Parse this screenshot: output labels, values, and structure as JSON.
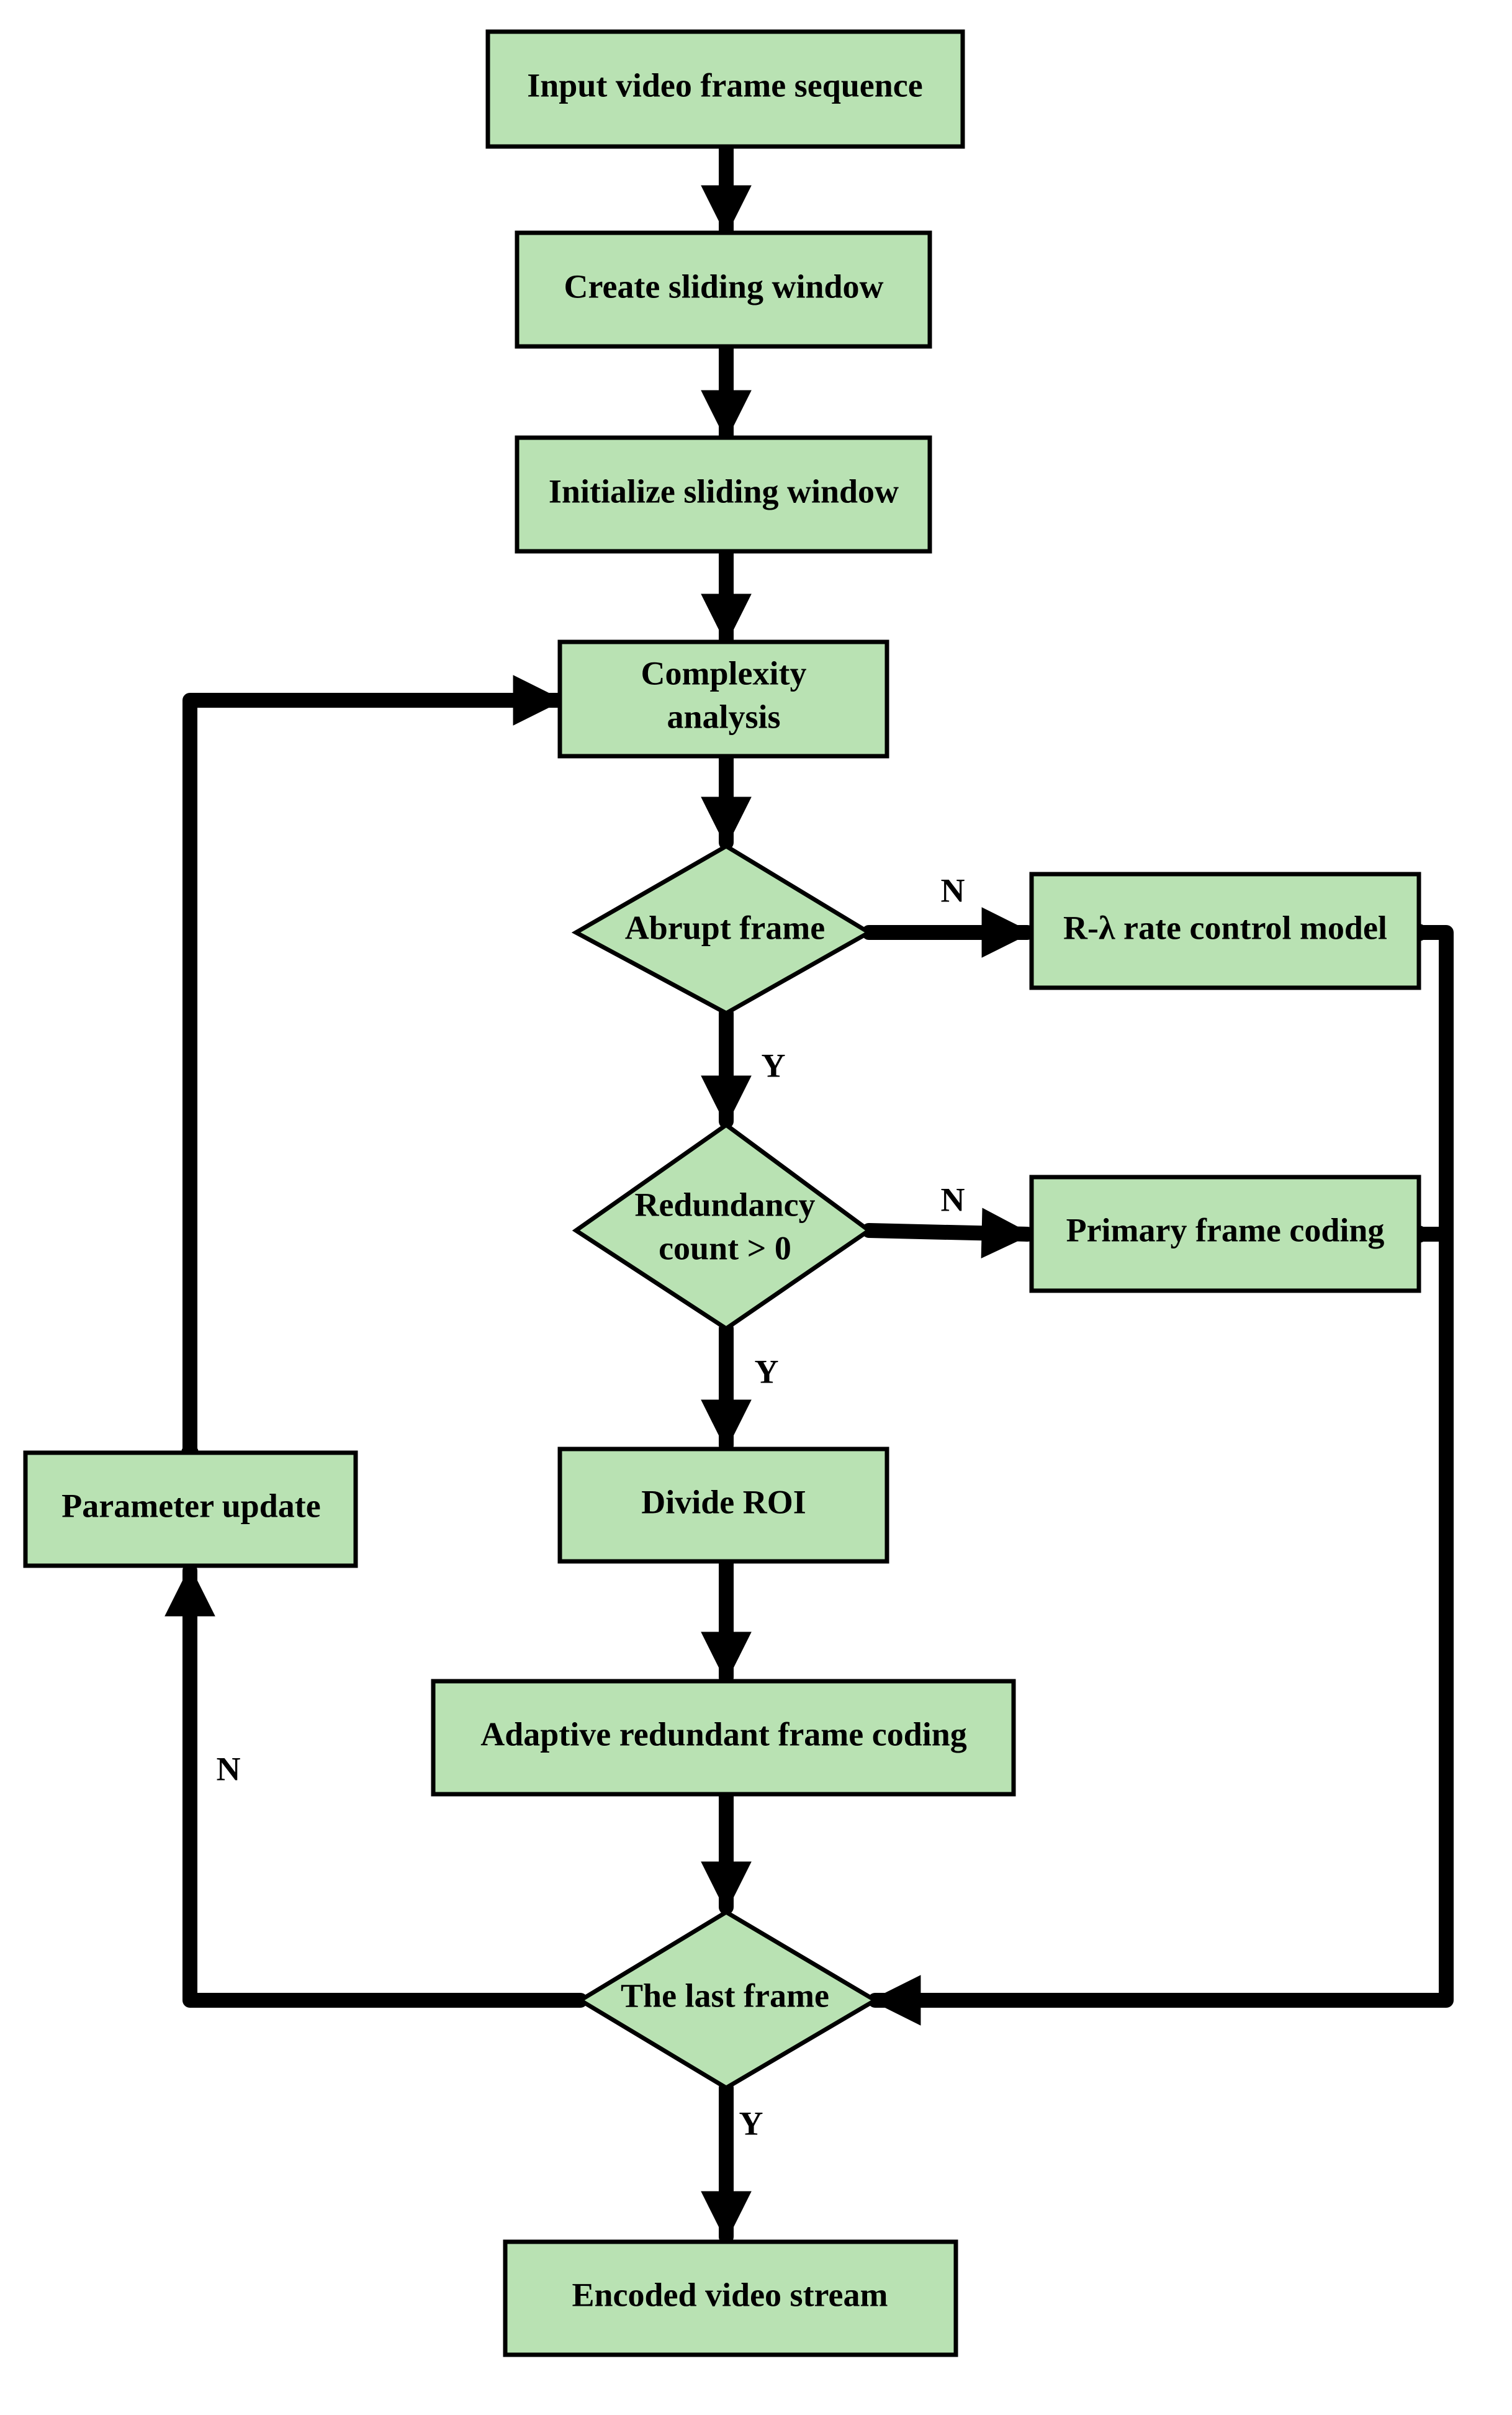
{
  "colors": {
    "node_fill": "#b9e2b3",
    "stroke": "#000000",
    "text": "#000000",
    "background": "#ffffff"
  },
  "nodes": {
    "input": {
      "text": "Input video frame sequence"
    },
    "create": {
      "text": "Create sliding window"
    },
    "initialize": {
      "text": "Initialize sliding window"
    },
    "complexity": {
      "lines": [
        "Complexity",
        "analysis"
      ]
    },
    "abrupt": {
      "text": "Abrupt frame"
    },
    "rlambda": {
      "text": "R-λ rate control model"
    },
    "redundancy": {
      "lines": [
        "Redundancy",
        "count > 0"
      ]
    },
    "primary": {
      "text": "Primary frame coding"
    },
    "divide": {
      "text": "Divide ROI"
    },
    "adaptive": {
      "text": "Adaptive redundant frame coding"
    },
    "lastframe": {
      "text": "The last frame"
    },
    "param": {
      "text": "Parameter update"
    },
    "encoded": {
      "text": "Encoded video stream"
    }
  },
  "edge_labels": {
    "abrupt_no": "N",
    "abrupt_yes": "Y",
    "redundancy_no": "N",
    "redundancy_yes": "Y",
    "last_no": "N",
    "last_yes": "Y"
  }
}
